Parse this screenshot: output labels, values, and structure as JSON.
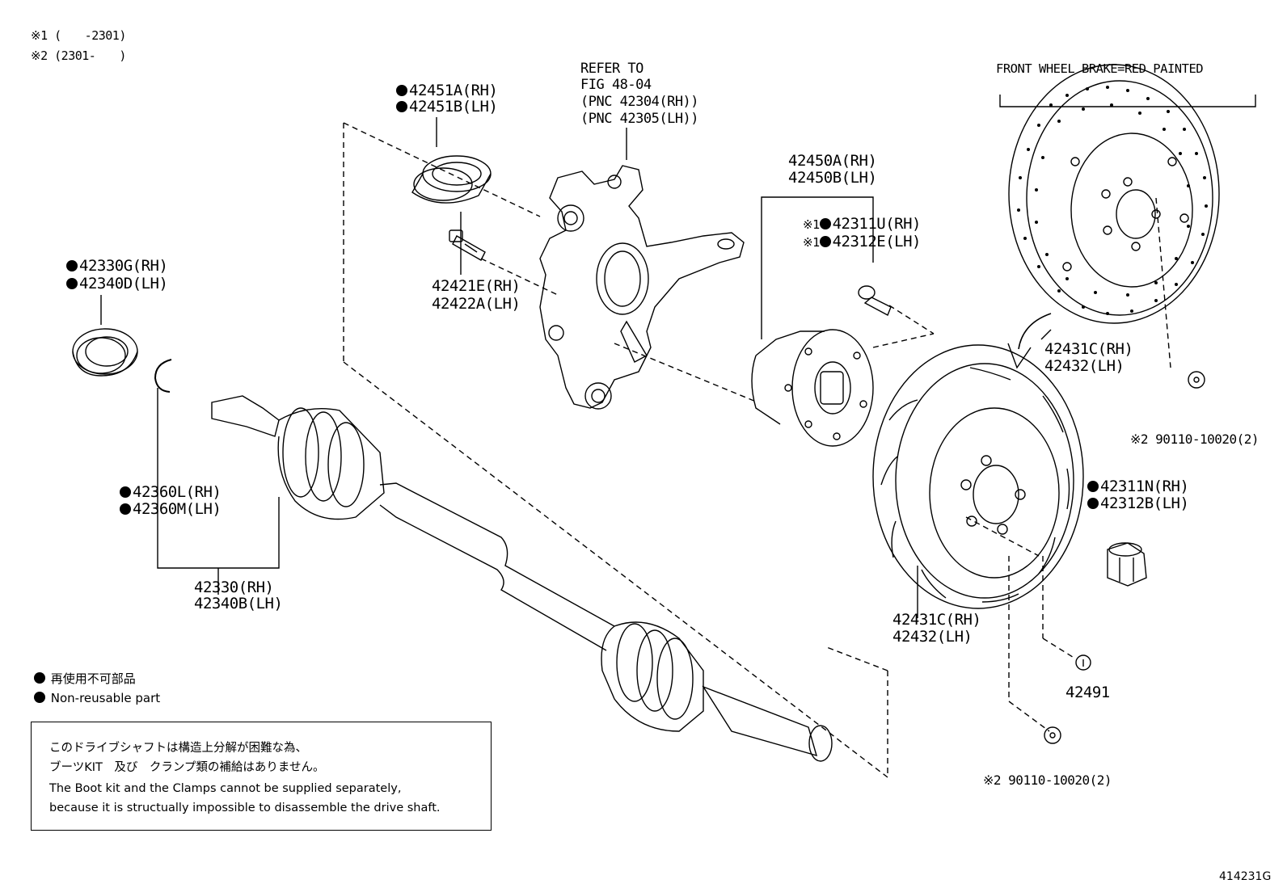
{
  "legend_notes": {
    "note1": "※1 (　　-2301)",
    "note2": "※2 (2301-　　)"
  },
  "refer": {
    "line1": "REFER TO",
    "line2": "FIG 48-04",
    "line3": "(PNC 42304(RH))",
    "line4": "(PNC 42305(LH))"
  },
  "front_brake_note": "FRONT WHEEL BRAKE=RED PAINTED",
  "labels": {
    "seal_rh": "42451A(RH)",
    "seal_lh": "42451B(LH)",
    "hub_rh": "42450A(RH)",
    "hub_lh": "42450B(LH)",
    "hubbolt_rh": "42311U(RH)",
    "hubbolt_lh": "42312E(LH)",
    "hubbolt_mark": "※1",
    "bolt_rh": "42421E(RH)",
    "bolt_lh": "42422A(LH)",
    "bearing_rh": "42330G(RH)",
    "bearing_lh": "42340D(LH)",
    "clip_rh": "42360L(RH)",
    "clip_lh": "42360M(LH)",
    "shaft_rh": "42330(RH)",
    "shaft_lh": "42340B(LH)",
    "disc_front_rh": "42431C(RH)",
    "disc_front_lh": "42432(LH)",
    "disc_rear_rh": "42431C(RH)",
    "disc_rear_lh": "42432(LH)",
    "screw_top": "※2 90110-10020(2)",
    "nut_rh": "42311N(RH)",
    "nut_lh": "42312B(LH)",
    "cap": "42491",
    "screw_bottom": "※2 90110-10020(2)"
  },
  "legend": {
    "jp": "再使用不可部品",
    "en": "Non-reusable part"
  },
  "note_box": {
    "jp1": "このドライブシャフトは構造上分解が困難な為、",
    "jp2": "ブーツKIT　及び　クランプ類の補給はありません。",
    "en1": "The Boot kit and the Clamps cannot be supplied separately,",
    "en2": "because it is structually impossible to disassemble the drive shaft."
  },
  "figure_id": "414231G"
}
